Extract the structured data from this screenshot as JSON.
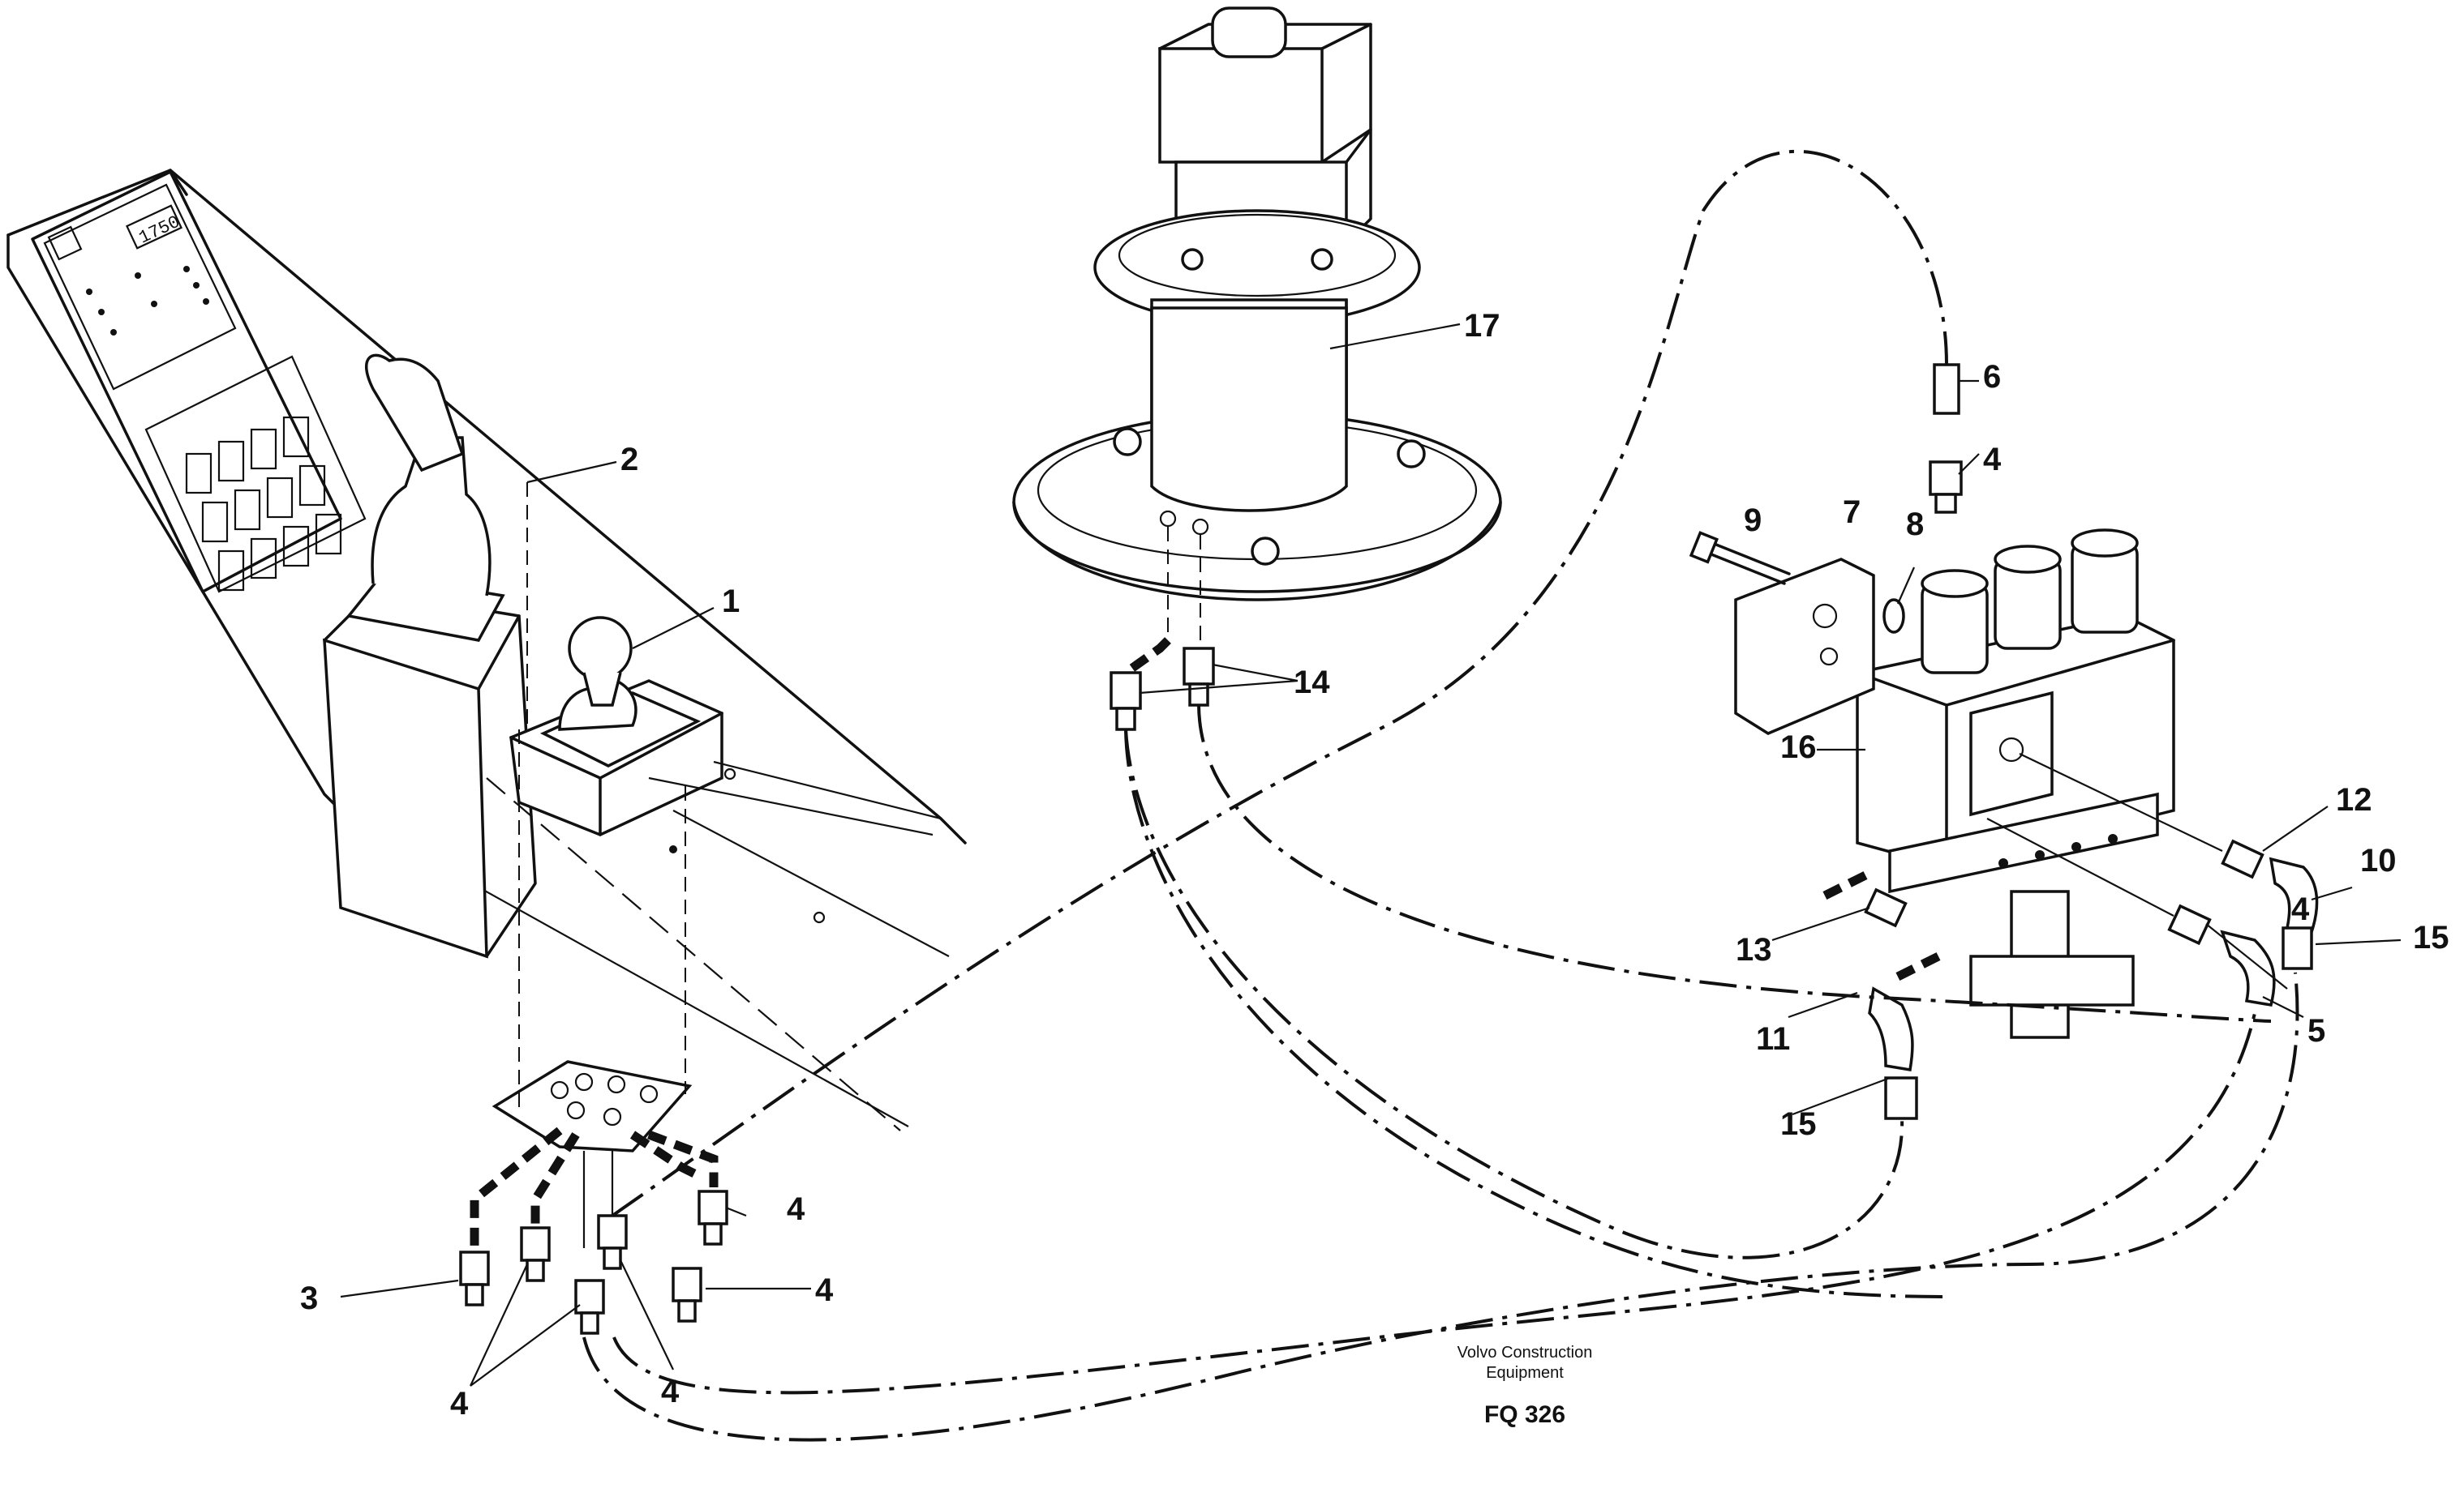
{
  "callouts": [
    {
      "id": "c1",
      "label": "1"
    },
    {
      "id": "c2",
      "label": "2"
    },
    {
      "id": "c3",
      "label": "3"
    },
    {
      "id": "c4a",
      "label": "4"
    },
    {
      "id": "c4b",
      "label": "4"
    },
    {
      "id": "c4c",
      "label": "4"
    },
    {
      "id": "c4d",
      "label": "4"
    },
    {
      "id": "c4e",
      "label": "4"
    },
    {
      "id": "c4f",
      "label": "4"
    },
    {
      "id": "c5",
      "label": "5"
    },
    {
      "id": "c6",
      "label": "6"
    },
    {
      "id": "c7",
      "label": "7"
    },
    {
      "id": "c8",
      "label": "8"
    },
    {
      "id": "c9",
      "label": "9"
    },
    {
      "id": "c10",
      "label": "10"
    },
    {
      "id": "c11",
      "label": "11"
    },
    {
      "id": "c12",
      "label": "12"
    },
    {
      "id": "c13",
      "label": "13"
    },
    {
      "id": "c14",
      "label": "14"
    },
    {
      "id": "c15a",
      "label": "15"
    },
    {
      "id": "c15b",
      "label": "15"
    },
    {
      "id": "c16",
      "label": "16"
    },
    {
      "id": "c17",
      "label": "17"
    }
  ],
  "caption": {
    "line1": "Volvo Construction",
    "line2": "Equipment",
    "code": "FQ 326"
  },
  "panel": {
    "display_value": "1750"
  }
}
